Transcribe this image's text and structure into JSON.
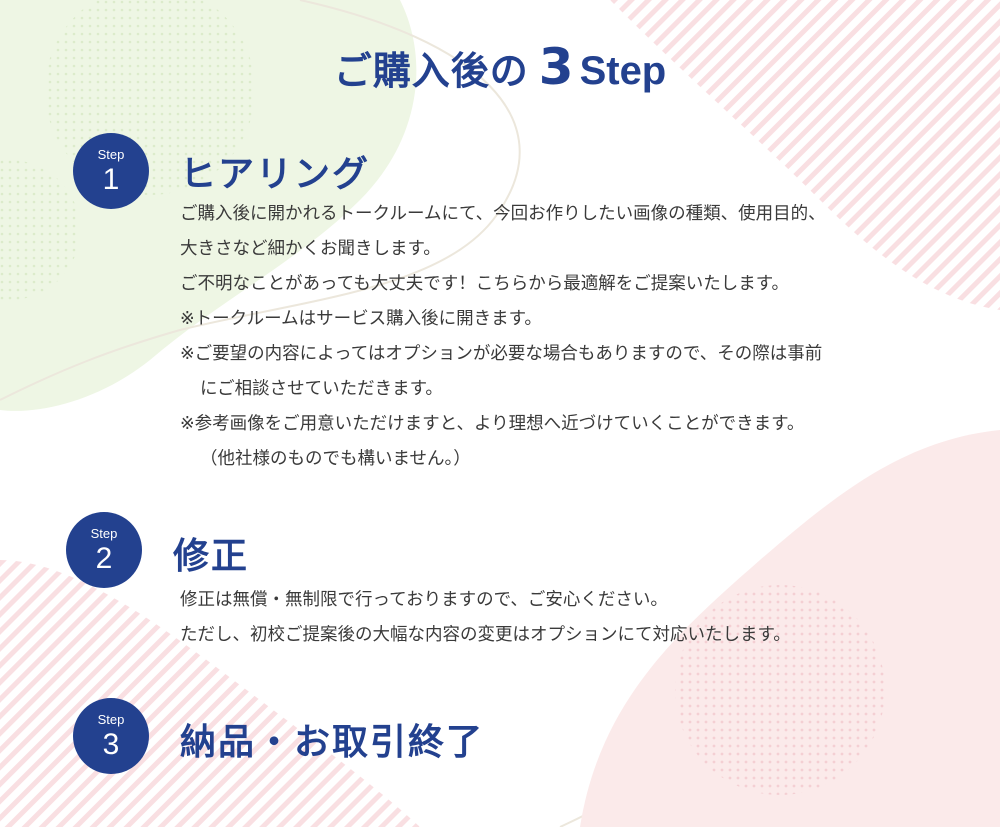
{
  "title": {
    "prefix": "ご購入後の",
    "number": "3",
    "suffix": "Step"
  },
  "steps": [
    {
      "label": "Step",
      "number": "1",
      "heading": "ヒアリング",
      "lines": [
        "ご購入後に開かれるトークルームにて、今回お作りしたい画像の種類、使用目的、",
        "大きさなど細かくお聞きします。",
        "ご不明なことがあっても大丈夫です！こちらから最適解をご提案いたします。",
        "※トークルームはサービス購入後に開きます。",
        "※ご要望の内容によってはオプションが必要な場合もありますので、その際は事前",
        "にご相談させていただきます。",
        "※参考画像をご用意いただけますと、より理想へ近づけていくことができます。",
        "（他社様のものでも構いません。）"
      ]
    },
    {
      "label": "Step",
      "number": "2",
      "heading": "修正",
      "lines": [
        "修正は無償・無制限で行っておりますので、ご安心ください。",
        "ただし、初校ご提案後の大幅な内容の変更はオプションにて対応いたします。"
      ]
    },
    {
      "label": "Step",
      "number": "3",
      "heading": "納品・お取引終了",
      "lines": []
    }
  ],
  "colors": {
    "accent": "#23418f",
    "text": "#3a3a3a",
    "green_blob": "#eef6e4",
    "pink_blob": "#fbeaea",
    "stripe": "#f7d8dc"
  }
}
